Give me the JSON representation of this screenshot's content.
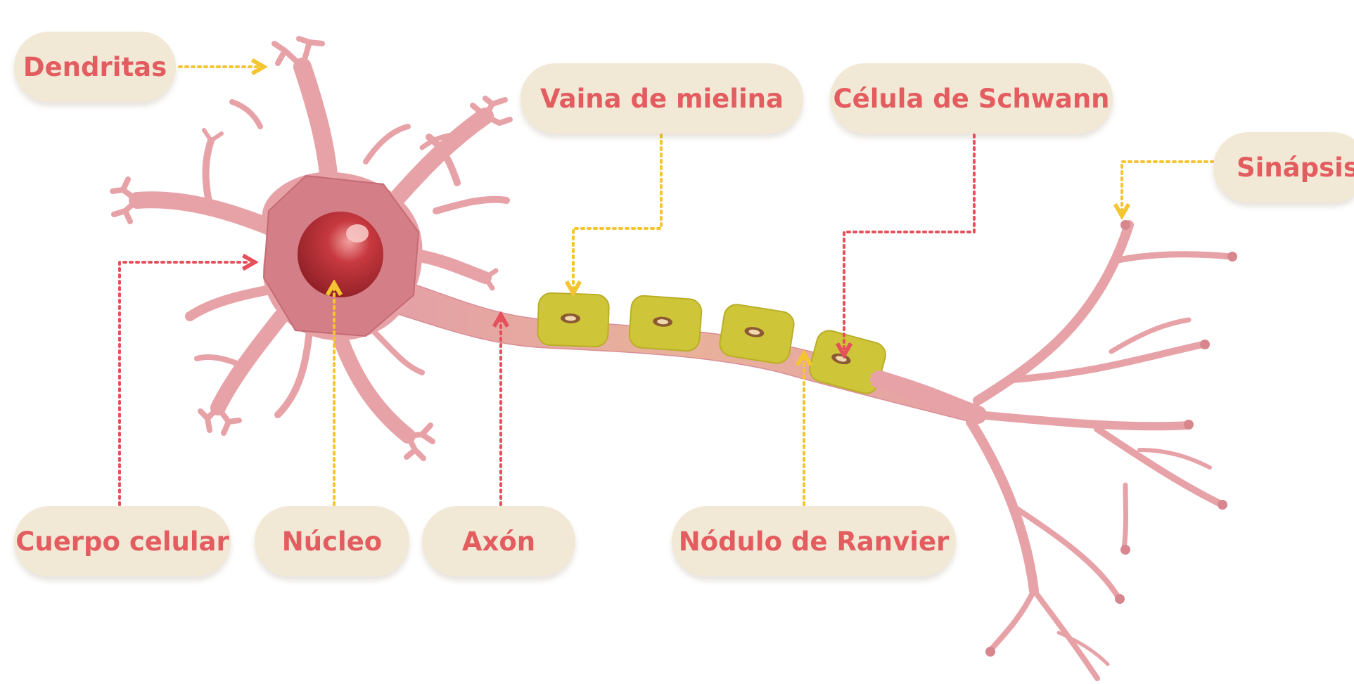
{
  "labels": {
    "dendritas": "Dendritas",
    "vaina_mielina": "Vaina de mielina",
    "celula_schwann": "Célula de Schwann",
    "sinapsis": "Sinápsis",
    "cuerpo_celular": "Cuerpo celular",
    "nucleo": "Núcleo",
    "axon": "Axón",
    "nodulo_ranvier": "Nódulo de Ranvier"
  },
  "colors": {
    "label_background": "#f2e8d6",
    "label_text": "#e35d60",
    "leader_yellow": "#f4c431",
    "leader_red": "#e5505a",
    "neuron_pink": "#e7a2a7",
    "cell_body": "#d47f87",
    "nucleus": "#b32d33",
    "myelin": "#cfc538"
  }
}
